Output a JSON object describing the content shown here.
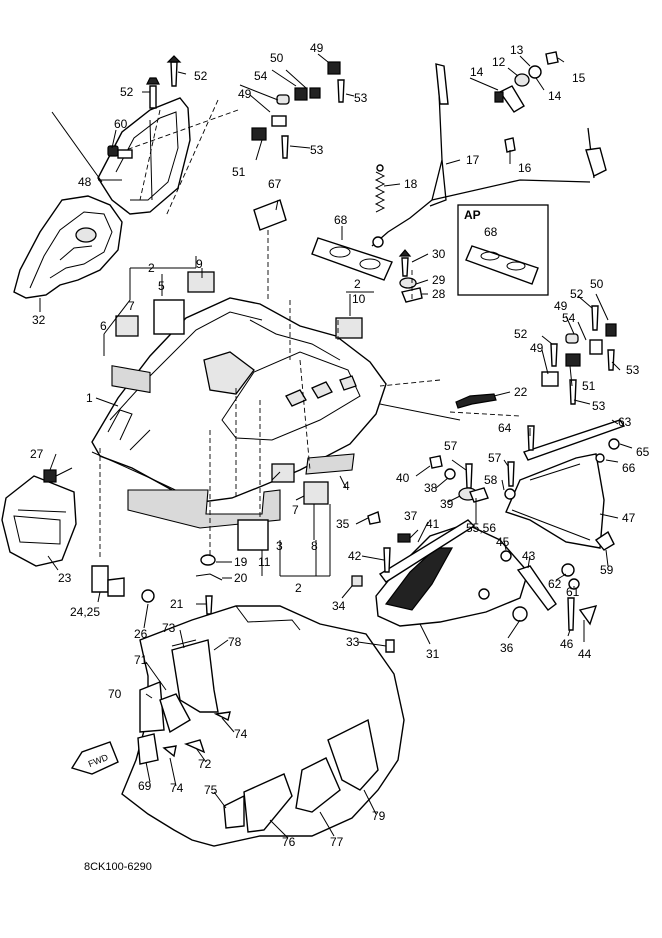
{
  "diagram": {
    "code": "8CK100-6290",
    "ap_box_title": "AP",
    "fwd_arrow": "FWD",
    "callouts": [
      {
        "id": "1",
        "text": "1"
      },
      {
        "id": "2a",
        "text": "2"
      },
      {
        "id": "2b",
        "text": "2"
      },
      {
        "id": "2c",
        "text": "2"
      },
      {
        "id": "3",
        "text": "3"
      },
      {
        "id": "4",
        "text": "4"
      },
      {
        "id": "5",
        "text": "5"
      },
      {
        "id": "6",
        "text": "6"
      },
      {
        "id": "7a",
        "text": "7"
      },
      {
        "id": "7b",
        "text": "7"
      },
      {
        "id": "8",
        "text": "8"
      },
      {
        "id": "9",
        "text": "9"
      },
      {
        "id": "10",
        "text": "10"
      },
      {
        "id": "11",
        "text": "11"
      },
      {
        "id": "12",
        "text": "12"
      },
      {
        "id": "13",
        "text": "13"
      },
      {
        "id": "14a",
        "text": "14"
      },
      {
        "id": "14b",
        "text": "14"
      },
      {
        "id": "15",
        "text": "15"
      },
      {
        "id": "16",
        "text": "16"
      },
      {
        "id": "17",
        "text": "17"
      },
      {
        "id": "18",
        "text": "18"
      },
      {
        "id": "19",
        "text": "19"
      },
      {
        "id": "20",
        "text": "20"
      },
      {
        "id": "21",
        "text": "21"
      },
      {
        "id": "22",
        "text": "22"
      },
      {
        "id": "23",
        "text": "23"
      },
      {
        "id": "24_25",
        "text": "24,25"
      },
      {
        "id": "26",
        "text": "26"
      },
      {
        "id": "27",
        "text": "27"
      },
      {
        "id": "28",
        "text": "28"
      },
      {
        "id": "29",
        "text": "29"
      },
      {
        "id": "30",
        "text": "30"
      },
      {
        "id": "31",
        "text": "31"
      },
      {
        "id": "32",
        "text": "32"
      },
      {
        "id": "33",
        "text": "33"
      },
      {
        "id": "34",
        "text": "34"
      },
      {
        "id": "35",
        "text": "35"
      },
      {
        "id": "36",
        "text": "36"
      },
      {
        "id": "37",
        "text": "37"
      },
      {
        "id": "38",
        "text": "38"
      },
      {
        "id": "39",
        "text": "39"
      },
      {
        "id": "40",
        "text": "40"
      },
      {
        "id": "41",
        "text": "41"
      },
      {
        "id": "42",
        "text": "42"
      },
      {
        "id": "43",
        "text": "43"
      },
      {
        "id": "44",
        "text": "44"
      },
      {
        "id": "45",
        "text": "45"
      },
      {
        "id": "46",
        "text": "46"
      },
      {
        "id": "47",
        "text": "47"
      },
      {
        "id": "48",
        "text": "48"
      },
      {
        "id": "49a",
        "text": "49"
      },
      {
        "id": "49b",
        "text": "49"
      },
      {
        "id": "49c",
        "text": "49"
      },
      {
        "id": "49d",
        "text": "49"
      },
      {
        "id": "50a",
        "text": "50"
      },
      {
        "id": "50b",
        "text": "50"
      },
      {
        "id": "51a",
        "text": "51"
      },
      {
        "id": "51b",
        "text": "51"
      },
      {
        "id": "52a",
        "text": "52"
      },
      {
        "id": "52b",
        "text": "52"
      },
      {
        "id": "52c",
        "text": "52"
      },
      {
        "id": "52d",
        "text": "52"
      },
      {
        "id": "53a",
        "text": "53"
      },
      {
        "id": "53b",
        "text": "53"
      },
      {
        "id": "53c",
        "text": "53"
      },
      {
        "id": "53d",
        "text": "53"
      },
      {
        "id": "54a",
        "text": "54"
      },
      {
        "id": "54b",
        "text": "54"
      },
      {
        "id": "55_56",
        "text": "55,56"
      },
      {
        "id": "57a",
        "text": "57"
      },
      {
        "id": "57b",
        "text": "57"
      },
      {
        "id": "58",
        "text": "58"
      },
      {
        "id": "59",
        "text": "59"
      },
      {
        "id": "60",
        "text": "60"
      },
      {
        "id": "61",
        "text": "61"
      },
      {
        "id": "62",
        "text": "62"
      },
      {
        "id": "63",
        "text": "63"
      },
      {
        "id": "64",
        "text": "64"
      },
      {
        "id": "65",
        "text": "65"
      },
      {
        "id": "66",
        "text": "66"
      },
      {
        "id": "67",
        "text": "67"
      },
      {
        "id": "68a",
        "text": "68"
      },
      {
        "id": "68b",
        "text": "68"
      },
      {
        "id": "69",
        "text": "69"
      },
      {
        "id": "70",
        "text": "70"
      },
      {
        "id": "71",
        "text": "71"
      },
      {
        "id": "72",
        "text": "72"
      },
      {
        "id": "73",
        "text": "73"
      },
      {
        "id": "74a",
        "text": "74"
      },
      {
        "id": "74b",
        "text": "74"
      },
      {
        "id": "75",
        "text": "75"
      },
      {
        "id": "76",
        "text": "76"
      },
      {
        "id": "77",
        "text": "77"
      },
      {
        "id": "78",
        "text": "78"
      },
      {
        "id": "79",
        "text": "79"
      }
    ]
  }
}
